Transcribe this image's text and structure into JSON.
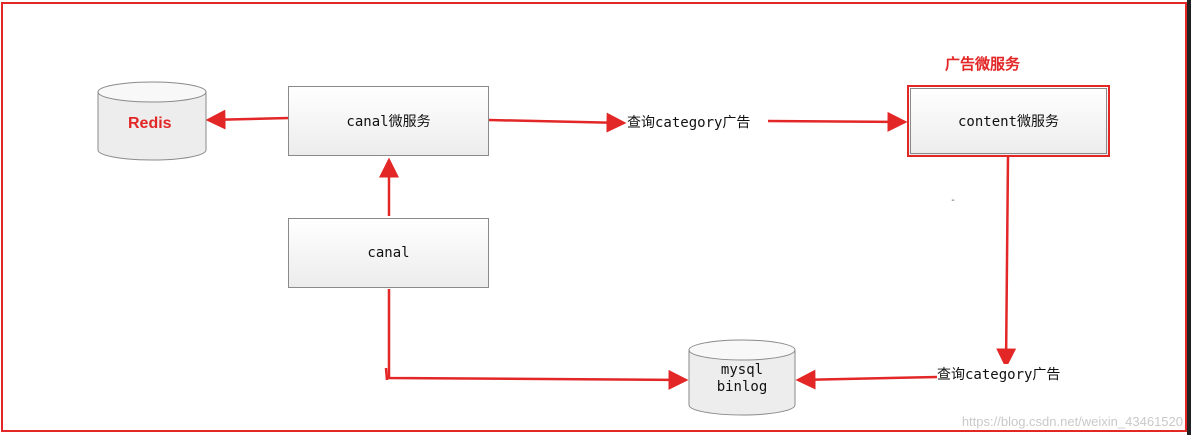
{
  "nodes": {
    "redis": "Redis",
    "canal_service": "canal微服务",
    "canal": "canal",
    "content_service": "content微服务",
    "mysql": [
      "mysql",
      "binlog"
    ]
  },
  "labels": {
    "ad_service_title": "广告微服务",
    "query_top": "查询category广告",
    "query_bottom": "查询category广告",
    "dash_mark": "-"
  },
  "watermark": "https://blog.csdn.net/weixin_43461520",
  "colors": {
    "accent": "#e32626"
  }
}
